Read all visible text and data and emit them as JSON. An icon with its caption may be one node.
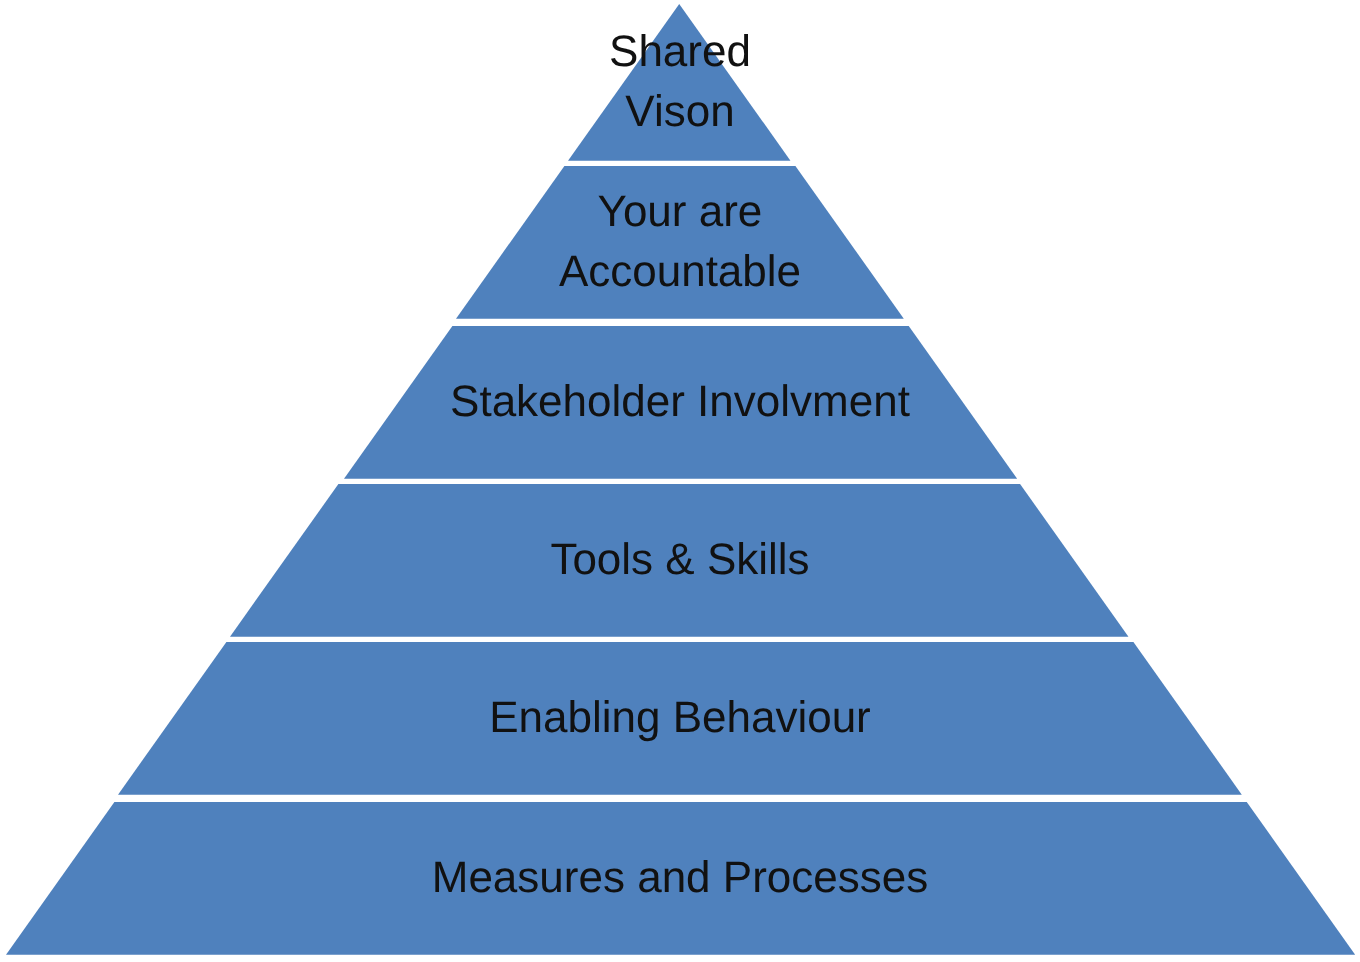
{
  "diagram": {
    "nodes": [
      {
        "text": [
          "Shared Vison"
        ]
      },
      {
        "text": [
          "Your are Accountable"
        ]
      },
      {
        "text": [
          "Stakeholder Involvment"
        ]
      },
      {
        "text": [
          "Tools & Skills"
        ]
      },
      {
        "text": [
          "Enabling Behaviour"
        ]
      },
      {
        "text": [
          "Measures and Processes"
        ]
      }
    ]
  }
}
